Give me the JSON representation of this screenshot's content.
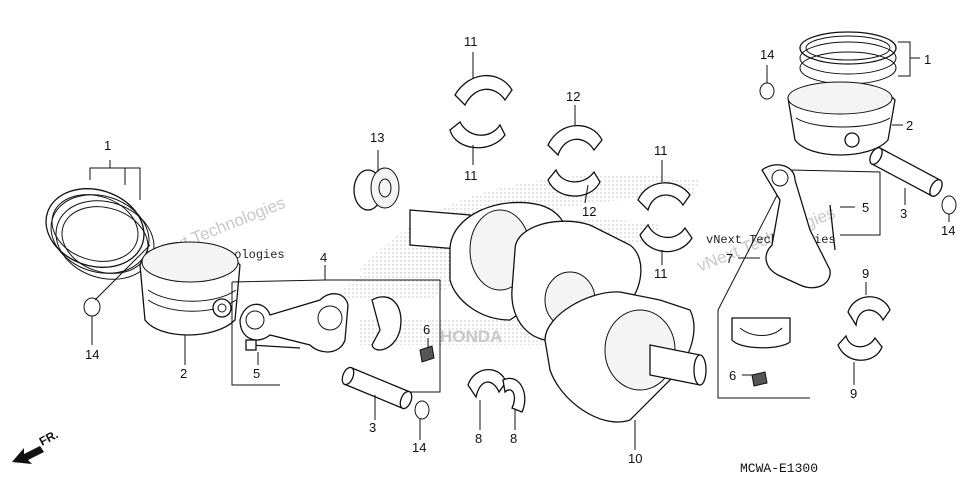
{
  "diagram": {
    "code": "MCWA-E1300",
    "watermark_texts": [
      "vNext Technologies",
      "vNext Technologies",
      "vNext Technologies",
      "vNext Technologies"
    ],
    "watermark_logo_text": "HONDA",
    "front_marker": "FR.",
    "callouts": {
      "c1_left": "1",
      "c1_right": "1",
      "c2_left": "2",
      "c2_right": "2",
      "c3_left": "3",
      "c3_right": "3",
      "c4": "4",
      "c5_left": "5",
      "c5_right": "5",
      "c6_left": "6",
      "c6_right": "6",
      "c7": "7",
      "c8_a": "8",
      "c8_b": "8",
      "c9_top": "9",
      "c9_bottom": "9",
      "c10": "10",
      "c11_t1": "11",
      "c11_t2": "11",
      "c11_m1": "11",
      "c11_m2": "11",
      "c12_top": "12",
      "c12_bottom": "12",
      "c13": "13",
      "c14_left": "14",
      "c14_mid": "14",
      "c14_topright": "14",
      "c14_right": "14"
    }
  }
}
